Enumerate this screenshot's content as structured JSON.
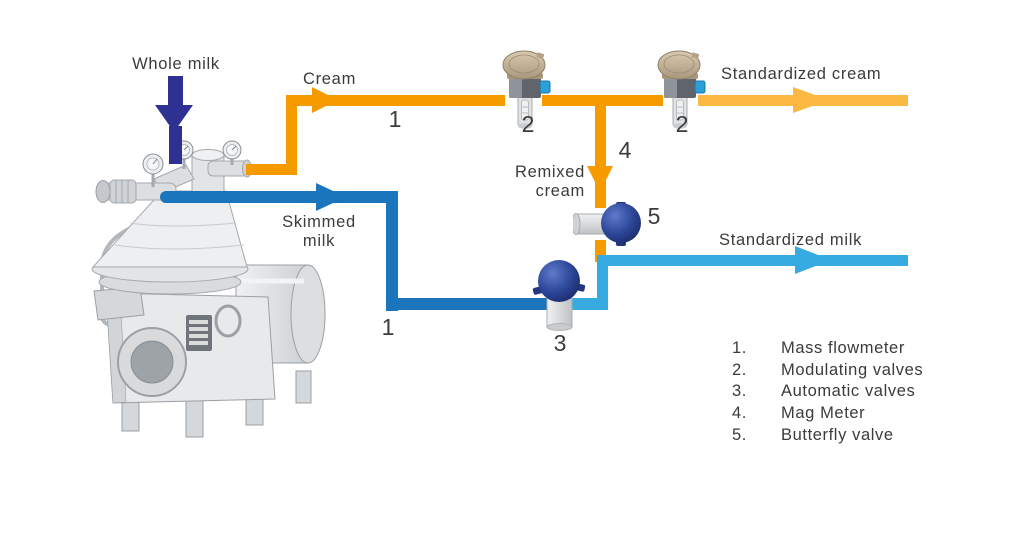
{
  "diagram": {
    "labels": {
      "whole_milk": "Whole milk",
      "cream": "Cream",
      "standardized_cream": "Standardized cream",
      "remixed_cream": "Remixed\ncream",
      "skimmed_milk": "Skimmed\nmilk",
      "standardized_milk": "Standardized milk"
    },
    "markers": {
      "cream_flowmeter": "1",
      "skim_flowmeter": "1",
      "modulating_valve_left": "2",
      "modulating_valve_right": "2",
      "automatic_valve": "3",
      "mag_meter": "4",
      "butterfly_valve": "5"
    }
  },
  "legend": {
    "items": [
      {
        "number": "1.",
        "label": "Mass flowmeter"
      },
      {
        "number": "2.",
        "label": "Modulating valves"
      },
      {
        "number": "3.",
        "label": "Automatic valves"
      },
      {
        "number": "4.",
        "label": "Mag Meter"
      },
      {
        "number": "5.",
        "label": "Butterfly valve"
      }
    ]
  },
  "colors": {
    "cream_pipe": "#F59B00",
    "standardized_cream_pipe": "#FBB843",
    "skimmed_milk_pipe": "#1B75BC",
    "standardized_milk_pipe": "#35ABE2",
    "whole_milk_arrow": "#2E3192",
    "valve_navy": "#2B4496",
    "valve_knob_blue": "#2D9FD8",
    "text": "#3B3B3B"
  }
}
